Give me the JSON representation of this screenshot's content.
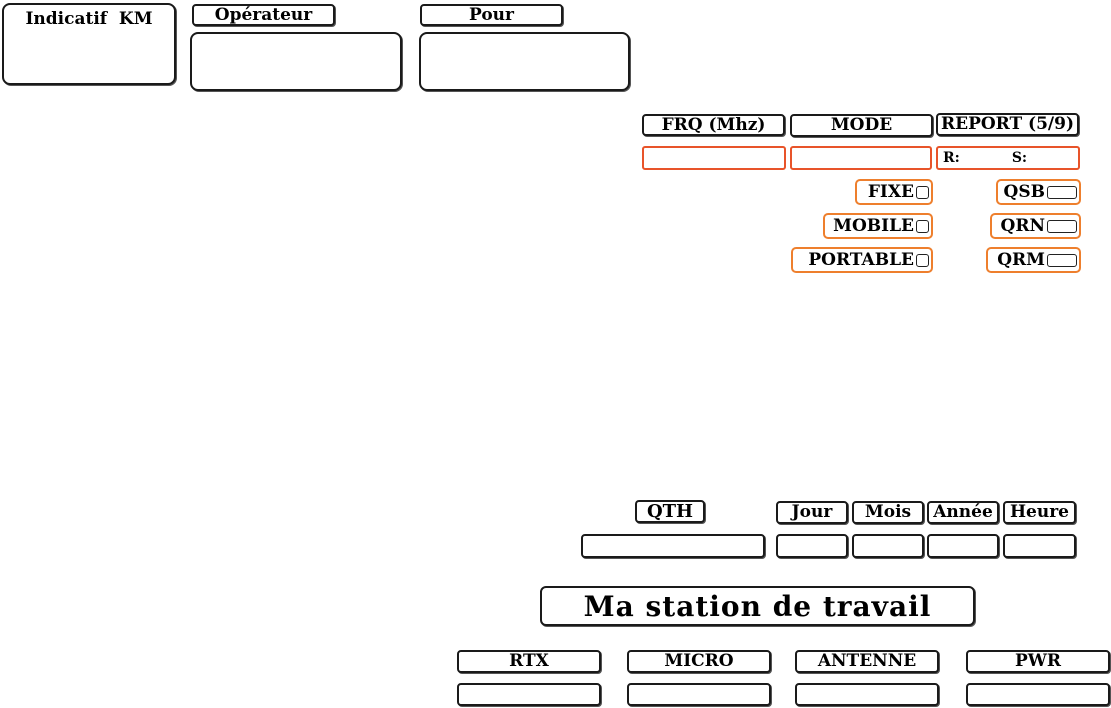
{
  "header": {
    "indicatif_label": "Indicatif  KM",
    "operateur_label": "Opérateur",
    "pour_label": "Pour"
  },
  "qso": {
    "frq_label": "FRQ (Mhz)",
    "mode_label": "MODE",
    "report_label": "REPORT (5/9)",
    "report_r": "R:",
    "report_s": "S:"
  },
  "station_type": {
    "fixe": "FIXE",
    "mobile": "MOBILE",
    "portable": "PORTABLE"
  },
  "conditions": {
    "qsb": "QSB",
    "qrn": "QRN",
    "qrm": "QRM"
  },
  "datetime": {
    "qth_label": "QTH",
    "jour_label": "Jour",
    "mois_label": "Mois",
    "annee_label": "Année",
    "heure_label": "Heure"
  },
  "station": {
    "title": "Ma station de travail",
    "rtx_label": "RTX",
    "micro_label": "MICRO",
    "antenne_label": "ANTENNE",
    "pwr_label": "PWR"
  },
  "colors": {
    "field_red": "#e8542a",
    "checkbox_orange": "#ee7f2d"
  }
}
